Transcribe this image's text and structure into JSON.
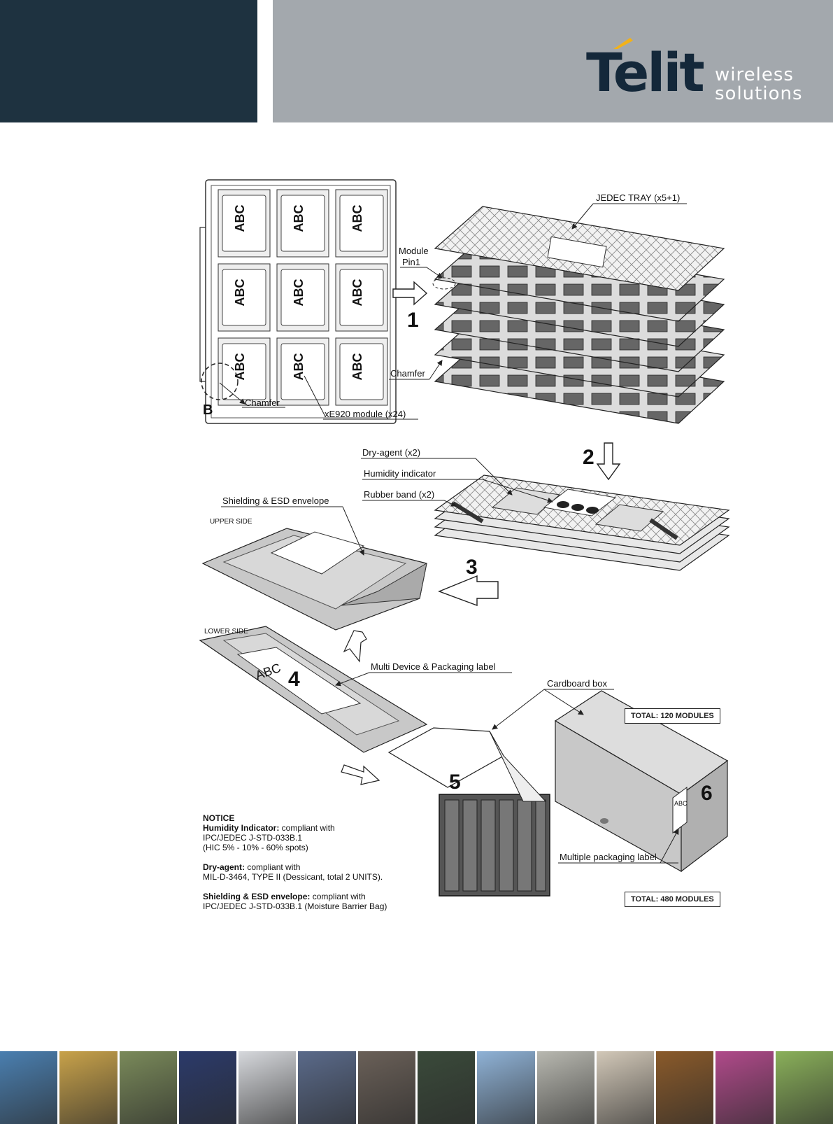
{
  "header": {
    "brand": "Telit",
    "tagline_line1": "wireless",
    "tagline_line2": "solutions"
  },
  "figure": {
    "labels": {
      "jedec_tray": "JEDEC TRAY (x5+1)",
      "module_pin1_line1": "Module",
      "module_pin1_line2": "Pin1",
      "step1": "1",
      "chamfer_tray": "Chamfer",
      "chamfer_left": "Chamfer",
      "detail_b": "B",
      "module_count": "xE920 module (x24)",
      "tray_marking": "ABC",
      "step2": "2",
      "dry_agent": "Dry-agent (x2)",
      "humidity_indicator": "Humidity indicator",
      "rubber_band": "Rubber band (x2)",
      "shielding_envelope": "Shielding & ESD envelope",
      "upper_side": "UPPER SIDE",
      "step3": "3",
      "total_120": "TOTAL: 120 MODULES",
      "lower_side": "LOWER SIDE",
      "multi_device_label": "Multi Device & Packaging label",
      "bag_marking": "ABC",
      "step4": "4",
      "cardboard_box": "Cardboard box",
      "step5": "5",
      "step6": "6",
      "box_marking": "ABC",
      "multiple_packaging_label": "Multiple packaging label",
      "total_480": "TOTAL: 480 MODULES"
    }
  },
  "notice": {
    "heading": "NOTICE",
    "humidity_title": "Humidity Indicator:",
    "humidity_text1": " compliant with",
    "humidity_text2": "IPC/JEDEC J-STD-033B.1",
    "humidity_text3": "(HIC 5% - 10% - 60% spots)",
    "dry_title": "Dry-agent:",
    "dry_text1": " compliant with",
    "dry_text2": "MIL-D-3464, TYPE II (Dessicant, total 2 UNITS).",
    "shield_title": "Shielding & ESD envelope:",
    "shield_text1": " compliant with",
    "shield_text2": "IPC/JEDEC J-STD-033B.1 (Moisture Barrier Bag)"
  },
  "footer_tiles": [
    {
      "name": "highway-photo",
      "color": "#4a7fb0"
    },
    {
      "name": "roadside-phone-photo",
      "color": "#c8a24a"
    },
    {
      "name": "shipping-containers-photo",
      "color": "#7a8a5a"
    },
    {
      "name": "led-clock-photo",
      "color": "#2b3a6a"
    },
    {
      "name": "keyboard-photo",
      "color": "#d6d8dc"
    },
    {
      "name": "cyclist-photo",
      "color": "#5a6a8a"
    },
    {
      "name": "device-closeup-photo",
      "color": "#6a6058"
    },
    {
      "name": "vending-machine-photo",
      "color": "#3a4a3a"
    },
    {
      "name": "wind-turbines-photo",
      "color": "#8fb2d6"
    },
    {
      "name": "utility-meter-photo",
      "color": "#b8b8b0"
    },
    {
      "name": "wall-box-photo",
      "color": "#d2c8b8"
    },
    {
      "name": "metro-station-photo",
      "color": "#8a5a2a"
    },
    {
      "name": "shelf-products-photo",
      "color": "#b04a8a"
    },
    {
      "name": "cctv-camera-photo",
      "color": "#8ab05a"
    }
  ]
}
